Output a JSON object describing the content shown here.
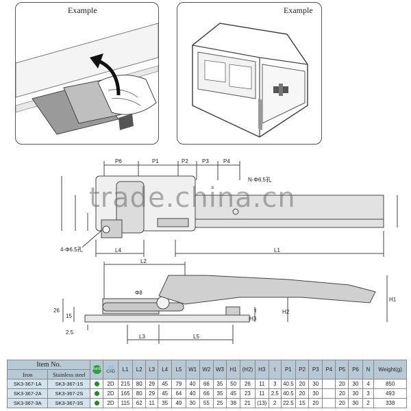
{
  "panels": {
    "left_title": "Example",
    "right_title": "Example"
  },
  "watermark": "trade.china.cn",
  "top_view": {
    "dims_top": [
      "P6",
      "P1",
      "P2",
      "P3",
      "P4"
    ],
    "hole_note": "N-Φ6.5孔",
    "hole_note_left": "4-Φ6.5孔",
    "dims_bottom": [
      "L4",
      "L1"
    ]
  },
  "side_view": {
    "dims": [
      "L2",
      "Φ8",
      "H1",
      "H2",
      "H3",
      "26",
      "15",
      "t",
      "2.5",
      "L3",
      "L5"
    ]
  },
  "table": {
    "item_no": "Item No.",
    "iron": "Iron",
    "stainless": "Stainless steel",
    "rohs": "RoHS",
    "cad": "CAD",
    "columns": [
      "L1",
      "L2",
      "L3",
      "L4",
      "L5",
      "W1",
      "W2",
      "W3",
      "H1",
      "(H2)",
      "H3",
      "t",
      "P1",
      "P2",
      "P3",
      "P4",
      "P5",
      "P6",
      "N",
      "Weight(g)"
    ],
    "rows": [
      {
        "iron": "SK3-367-1A",
        "stainless": "SK3-367-1S",
        "cad_val": "2D",
        "values": [
          "215",
          "80",
          "29",
          "45",
          "79",
          "40",
          "66",
          "35",
          "50",
          "26",
          "11",
          "3",
          "40.5",
          "20",
          "30",
          "",
          "20",
          "30",
          "4",
          "850"
        ]
      },
      {
        "iron": "SK3-367-2A",
        "stainless": "SK3-367-2S",
        "cad_val": "2D",
        "values": [
          "165",
          "80",
          "29",
          "45",
          "64",
          "40",
          "66",
          "35",
          "45",
          "23",
          "11",
          "2.5",
          "40.5",
          "20",
          "30",
          "",
          "20",
          "30",
          "3",
          "493"
        ]
      },
      {
        "iron": "SK3-367-3A",
        "stainless": "SK3-367-3S",
        "cad_val": "2D",
        "values": [
          "115",
          "62",
          "11",
          "35",
          "49",
          "30",
          "55",
          "25",
          "38",
          "21",
          "(13)",
          "2",
          "22.5",
          "15",
          "20",
          "",
          "20",
          "30",
          "2",
          "338"
        ]
      }
    ]
  }
}
